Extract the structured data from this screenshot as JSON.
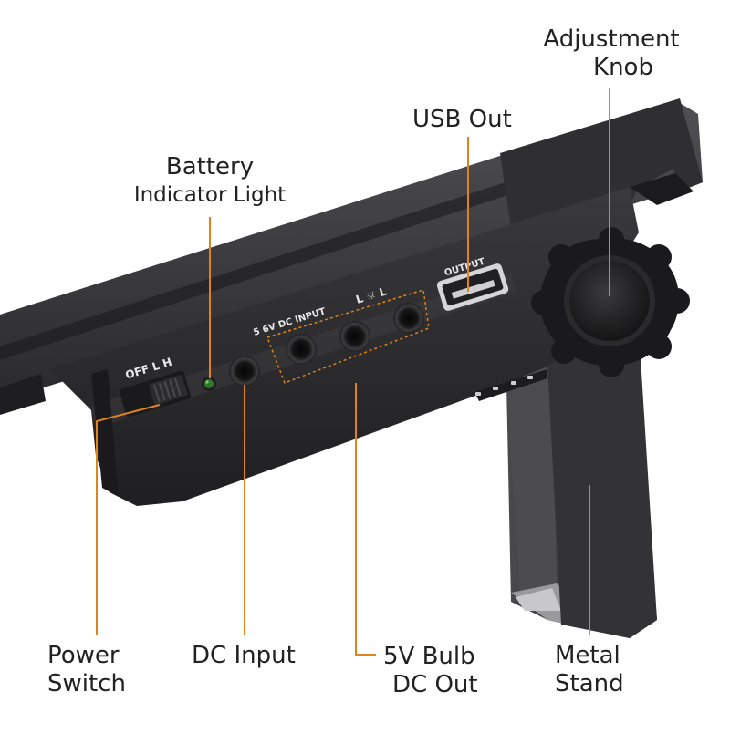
{
  "callouts": {
    "adjustment_knob": [
      "Adjustment",
      "Knob"
    ],
    "usb_out": [
      "USB Out"
    ],
    "battery_indicator": [
      "Battery",
      "Indicator Light"
    ],
    "power_switch": [
      "Power",
      "Switch"
    ],
    "dc_input": [
      "DC Input"
    ],
    "bulb_dc_out": [
      "5V Bulb",
      "DC Out"
    ],
    "metal_stand": [
      "Metal",
      "Stand"
    ]
  },
  "device_markings": {
    "switch_positions": "OFF  L  H",
    "dc_input": "5 6V DC INPUT",
    "usb_output": "OUTPUT",
    "bulb_group": "L  ☼  L"
  },
  "colors": {
    "leader_line": "#e0821e",
    "housing": "#2e2e30",
    "label_text": "#222222",
    "indicator_led": "#2f7a2a"
  }
}
